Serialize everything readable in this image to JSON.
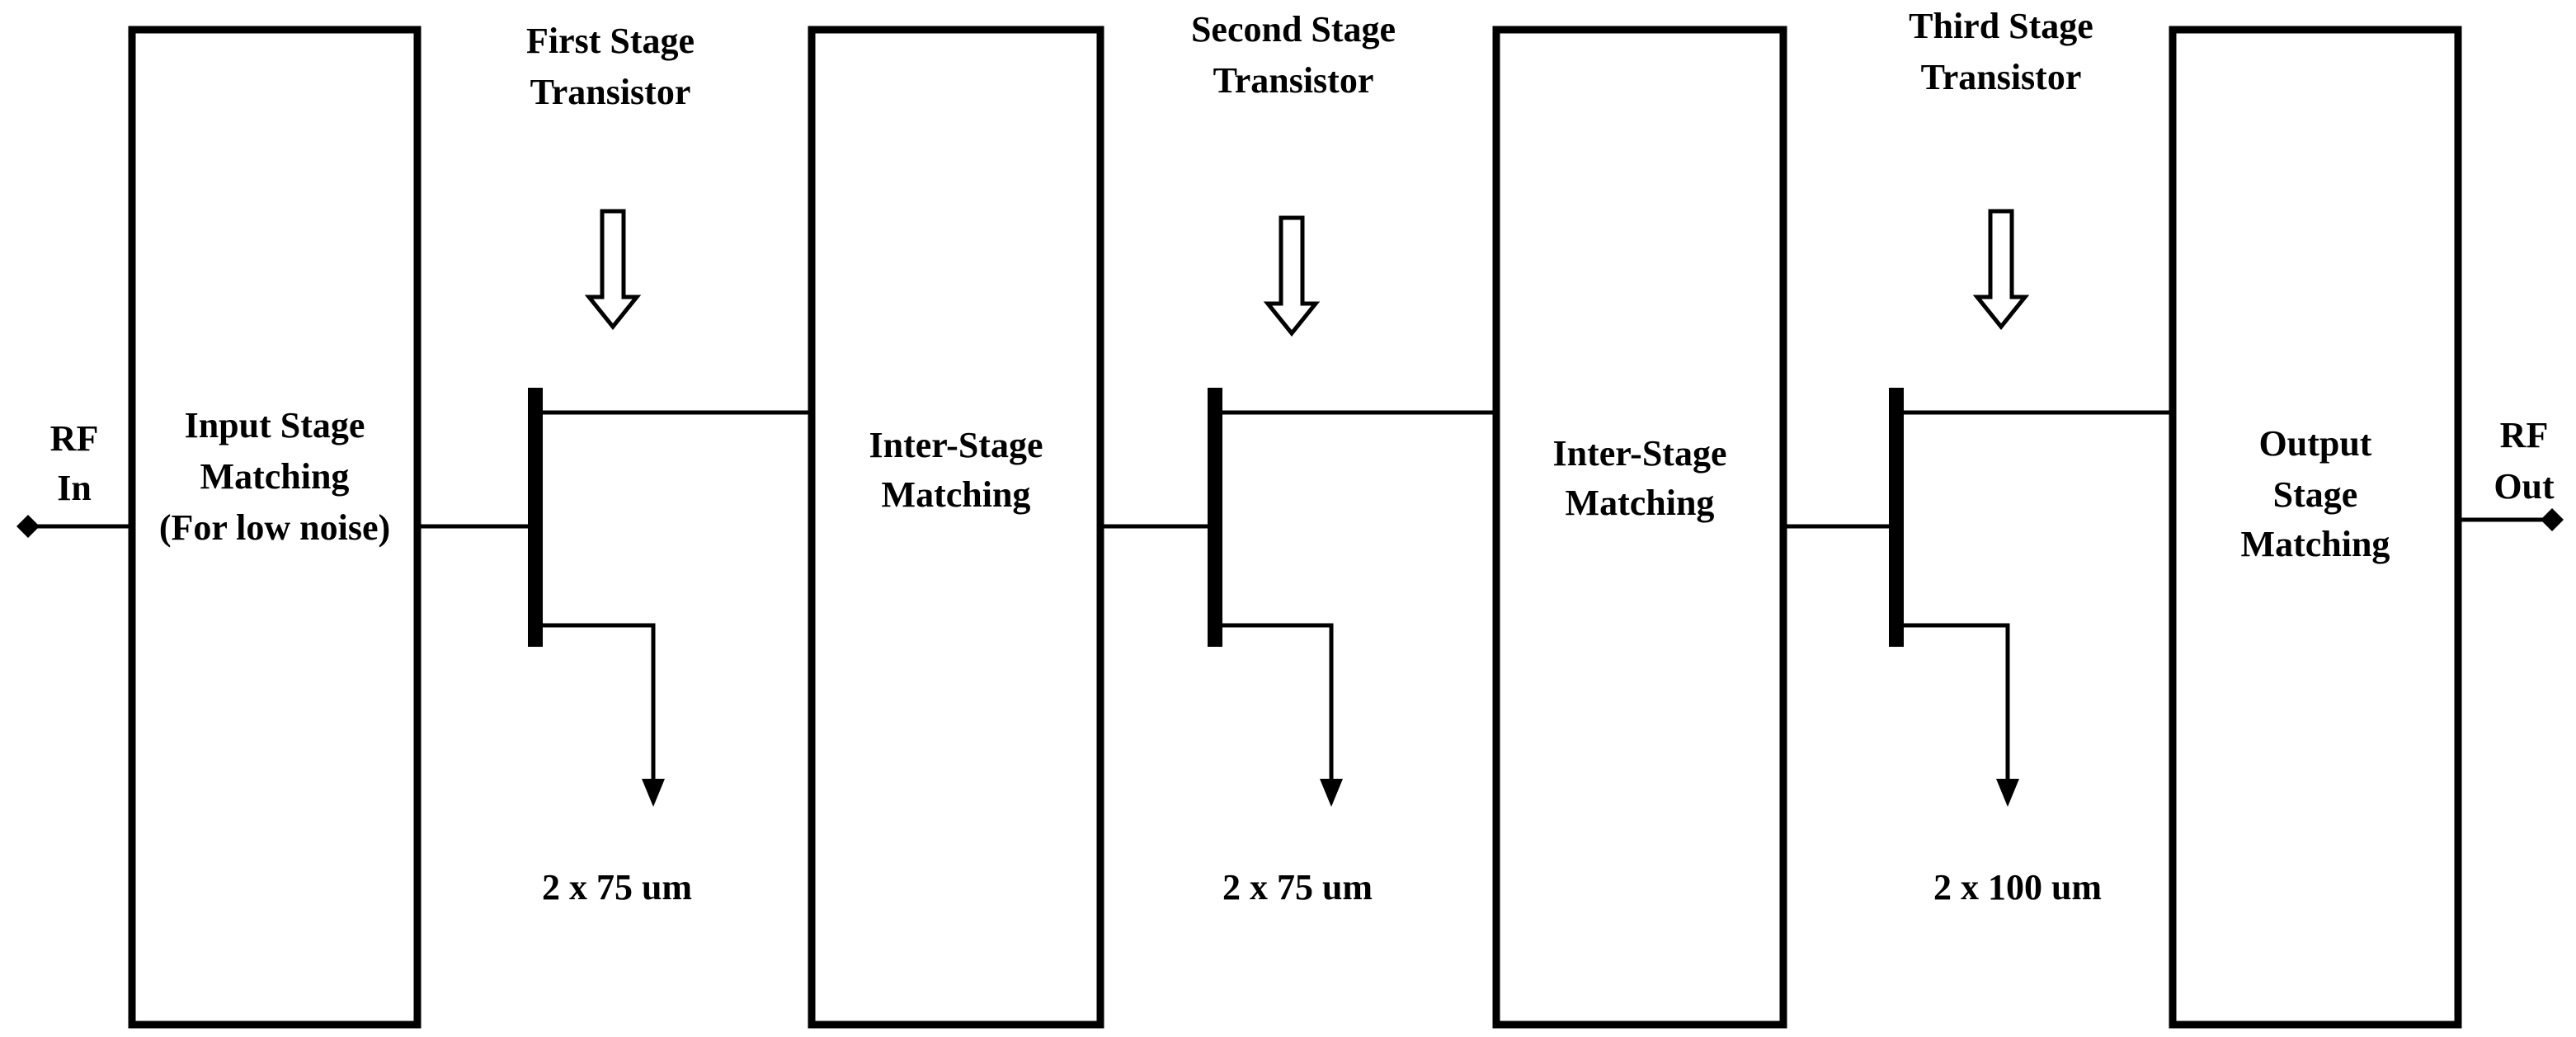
{
  "ports": {
    "input": [
      "RF",
      "In"
    ],
    "output": [
      "RF",
      "Out"
    ]
  },
  "blocks": [
    {
      "id": "input-stage-matching",
      "lines": [
        "Input Stage",
        "Matching",
        "(For low noise)"
      ]
    },
    {
      "id": "inter-stage-matching-1",
      "lines": [
        "Inter-Stage",
        "Matching"
      ]
    },
    {
      "id": "inter-stage-matching-2",
      "lines": [
        "Inter-Stage",
        "Matching"
      ]
    },
    {
      "id": "output-stage-matching",
      "lines": [
        "Output",
        "Stage",
        "Matching"
      ]
    }
  ],
  "transistors": [
    {
      "id": "first-stage",
      "title": [
        "First Stage",
        "Transistor"
      ],
      "size": "2 x 75 um"
    },
    {
      "id": "second-stage",
      "title": [
        "Second Stage",
        "Transistor"
      ],
      "size": "2 x 75 um"
    },
    {
      "id": "third-stage",
      "title": [
        "Third Stage",
        "Transistor"
      ],
      "size": "2 x 100 um"
    }
  ],
  "colors": {
    "stroke": "#000000",
    "background": "#ffffff"
  }
}
